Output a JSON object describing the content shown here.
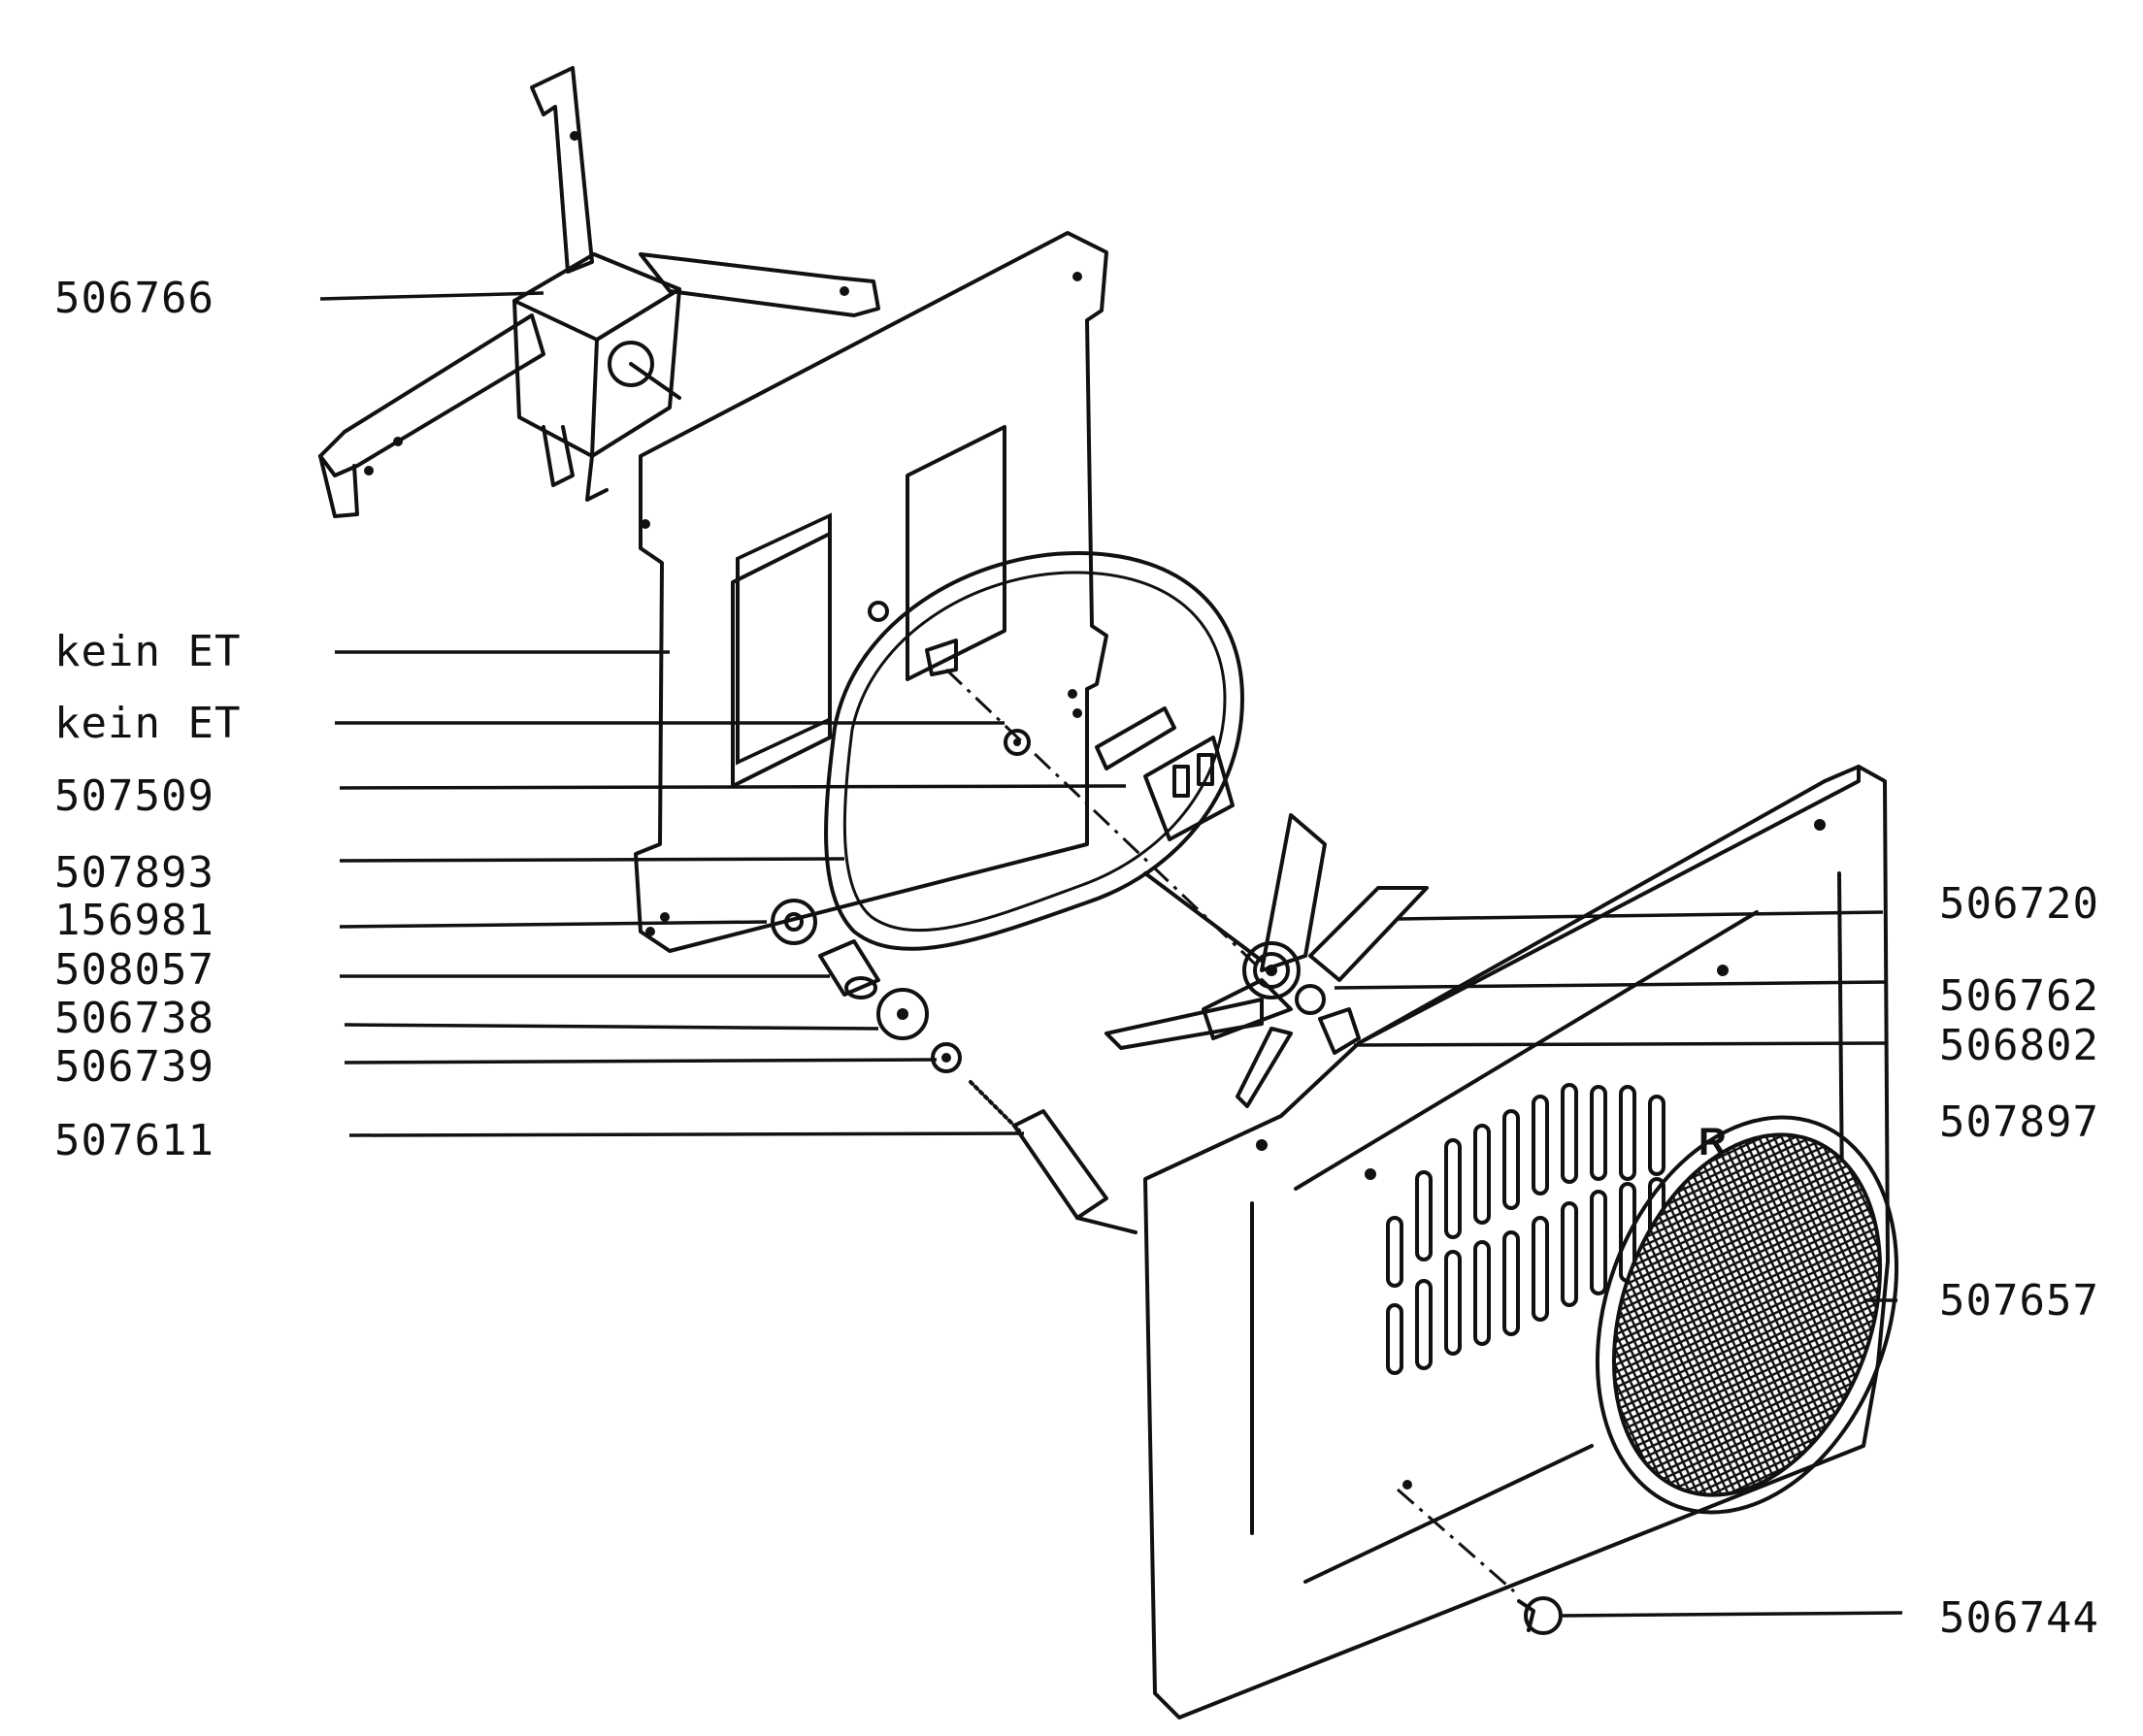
{
  "callouts": {
    "motor": "506766",
    "back_wall": "kein ET",
    "screw_inner": "kein ET",
    "bracket": "507509",
    "heater_ring": "507893",
    "washer_a": "156981",
    "spacer": "508057",
    "disc": "506738",
    "washer_b": "506739",
    "bolt_sleeve": "507611",
    "fan_blade": "506720",
    "fan_washer": "506762",
    "fan_nut": "506802",
    "front_panel": "507897",
    "grille": "507657",
    "knob_screw": "506744"
  },
  "panel_letter": "R"
}
